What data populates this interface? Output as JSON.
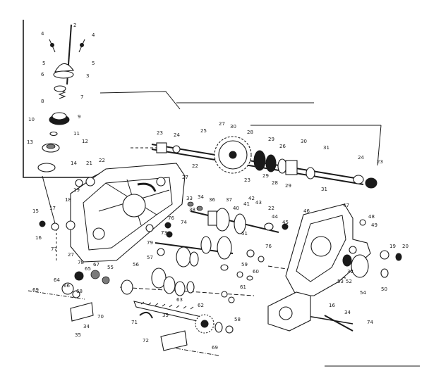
{
  "diagram": {
    "callouts": [
      {
        "id": "inset-2",
        "text": "2"
      },
      {
        "id": "inset-4a",
        "text": "4"
      },
      {
        "id": "inset-4b",
        "text": "4"
      },
      {
        "id": "inset-5a",
        "text": "5"
      },
      {
        "id": "inset-5b",
        "text": "5"
      },
      {
        "id": "inset-6",
        "text": "6"
      },
      {
        "id": "inset-3",
        "text": "3"
      },
      {
        "id": "inset-7",
        "text": "7"
      },
      {
        "id": "inset-8",
        "text": "8"
      },
      {
        "id": "inset-9",
        "text": "9"
      },
      {
        "id": "inset-10",
        "text": "10"
      },
      {
        "id": "inset-11",
        "text": "11"
      },
      {
        "id": "inset-12",
        "text": "12"
      },
      {
        "id": "inset-13",
        "text": "13"
      },
      {
        "id": "inset-14",
        "text": "14"
      },
      {
        "id": "n23a",
        "text": "23"
      },
      {
        "id": "n24a",
        "text": "24"
      },
      {
        "id": "n25",
        "text": "25"
      },
      {
        "id": "n27a",
        "text": "27"
      },
      {
        "id": "n30a",
        "text": "30"
      },
      {
        "id": "n28a",
        "text": "28"
      },
      {
        "id": "n29a",
        "text": "29"
      },
      {
        "id": "n26a",
        "text": "26"
      },
      {
        "id": "n30b",
        "text": "30"
      },
      {
        "id": "n31a",
        "text": "31"
      },
      {
        "id": "n24b",
        "text": "24"
      },
      {
        "id": "n23b",
        "text": "23"
      },
      {
        "id": "n22a",
        "text": "22"
      },
      {
        "id": "n21a",
        "text": "21"
      },
      {
        "id": "n22b",
        "text": "22"
      },
      {
        "id": "n27b",
        "text": "27"
      },
      {
        "id": "n23c",
        "text": "23"
      },
      {
        "id": "n29b",
        "text": "29"
      },
      {
        "id": "n28b",
        "text": "28"
      },
      {
        "id": "n29c",
        "text": "29"
      },
      {
        "id": "n31b",
        "text": "31"
      },
      {
        "id": "n22c",
        "text": "22"
      },
      {
        "id": "n19",
        "text": "19"
      },
      {
        "id": "n18",
        "text": "18"
      },
      {
        "id": "n15",
        "text": "15"
      },
      {
        "id": "n17",
        "text": "17"
      },
      {
        "id": "n16",
        "text": "16"
      },
      {
        "id": "n77",
        "text": "77"
      },
      {
        "id": "n27c",
        "text": "27"
      },
      {
        "id": "n78",
        "text": "78"
      },
      {
        "id": "n33",
        "text": "33"
      },
      {
        "id": "n34",
        "text": "34"
      },
      {
        "id": "n36",
        "text": "36"
      },
      {
        "id": "n37",
        "text": "37"
      },
      {
        "id": "n38",
        "text": "38"
      },
      {
        "id": "n40",
        "text": "40"
      },
      {
        "id": "n41",
        "text": "41"
      },
      {
        "id": "n42",
        "text": "42"
      },
      {
        "id": "n43",
        "text": "43"
      },
      {
        "id": "n44",
        "text": "44"
      },
      {
        "id": "n45",
        "text": "45"
      },
      {
        "id": "n46",
        "text": "46"
      },
      {
        "id": "n47",
        "text": "47"
      },
      {
        "id": "n48",
        "text": "48"
      },
      {
        "id": "n49",
        "text": "49"
      },
      {
        "id": "n76a",
        "text": "76"
      },
      {
        "id": "n74a",
        "text": "74"
      },
      {
        "id": "n73",
        "text": "73"
      },
      {
        "id": "n76b",
        "text": "76"
      },
      {
        "id": "n79",
        "text": "79"
      },
      {
        "id": "n51",
        "text": "51"
      },
      {
        "id": "n50",
        "text": "50"
      },
      {
        "id": "n52",
        "text": "52"
      },
      {
        "id": "n53",
        "text": "53"
      },
      {
        "id": "n19b",
        "text": "19"
      },
      {
        "id": "n20",
        "text": "20"
      },
      {
        "id": "n54",
        "text": "54"
      },
      {
        "id": "n55",
        "text": "55"
      },
      {
        "id": "n56",
        "text": "56"
      },
      {
        "id": "n57",
        "text": "57"
      },
      {
        "id": "n58",
        "text": "58"
      },
      {
        "id": "n59",
        "text": "59"
      },
      {
        "id": "n60",
        "text": "60"
      },
      {
        "id": "n61",
        "text": "61"
      },
      {
        "id": "n62",
        "text": "62"
      },
      {
        "id": "n63",
        "text": "63"
      },
      {
        "id": "n64",
        "text": "64"
      },
      {
        "id": "n65",
        "text": "65"
      },
      {
        "id": "n66",
        "text": "66"
      },
      {
        "id": "n67",
        "text": "67"
      },
      {
        "id": "n68",
        "text": "68"
      },
      {
        "id": "n69",
        "text": "69"
      },
      {
        "id": "n70",
        "text": "70"
      },
      {
        "id": "n71",
        "text": "71"
      },
      {
        "id": "n72",
        "text": "72"
      },
      {
        "id": "n35a",
        "text": "35"
      },
      {
        "id": "n35b",
        "text": "35"
      },
      {
        "id": "n34b",
        "text": "34"
      },
      {
        "id": "n69b",
        "text": "69"
      },
      {
        "id": "n16b",
        "text": "16"
      },
      {
        "id": "n34c",
        "text": "34"
      },
      {
        "id": "n74b",
        "text": "74"
      },
      {
        "id": "n32",
        "text": "32"
      }
    ]
  }
}
